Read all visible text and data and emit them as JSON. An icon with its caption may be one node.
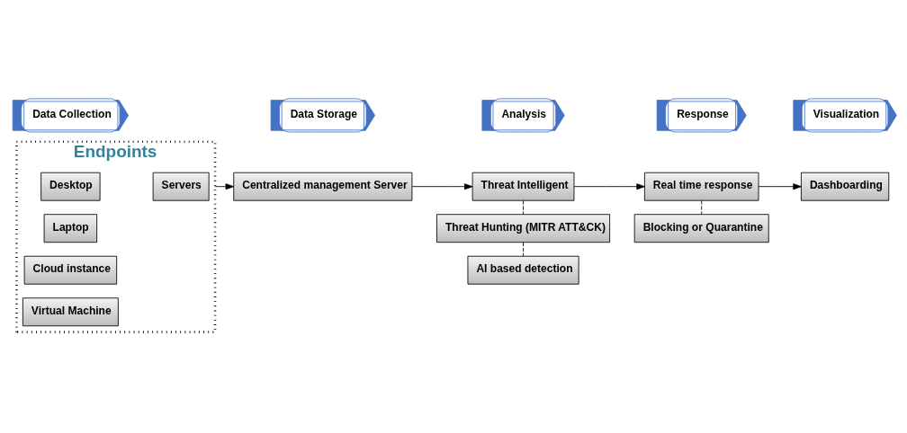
{
  "diagram": {
    "nodes": [
      {
        "text": [
          "Data Collection"
        ]
      },
      {
        "text": [
          "Data Storage"
        ]
      },
      {
        "text": [
          "Analysis"
        ]
      },
      {
        "text": [
          "Response"
        ]
      },
      {
        "text": [
          "Visualization"
        ]
      },
      {
        "text": [
          "Endpoints"
        ]
      },
      {
        "text": [
          "Servers"
        ],
        "in": 5
      },
      {
        "text": [
          "Desktop"
        ],
        "in": 5
      },
      {
        "text": [
          "Laptop"
        ],
        "in": 5
      },
      {
        "text": [
          "Cloud instance"
        ],
        "in": 5
      },
      {
        "text": [
          "Virtual Machine"
        ],
        "in": 5
      },
      {
        "text": [
          "Centralized management Server"
        ]
      },
      {
        "text": [
          "Threat Intelligent"
        ]
      },
      {
        "text": [
          "Threat Hunting (MITR ATT&CK)"
        ]
      },
      {
        "text": [
          "AI based detection"
        ]
      },
      {
        "text": [
          "Real time response"
        ]
      },
      {
        "text": [
          "Blocking or Quarantine"
        ]
      },
      {
        "text": [
          "Dashboarding"
        ]
      }
    ],
    "edges": [
      {
        "from": 5,
        "to": 11,
        "arrow": "to"
      },
      {
        "from": 11,
        "to": 12,
        "arrow": "to"
      },
      {
        "from": 12,
        "to": 13,
        "arrow": "none",
        "style": "dashed"
      },
      {
        "from": 13,
        "to": 14,
        "arrow": "none",
        "style": "dashed"
      },
      {
        "from": 12,
        "to": 15,
        "arrow": "to"
      },
      {
        "from": 15,
        "to": 16,
        "arrow": "none",
        "style": "dashed"
      },
      {
        "from": 15,
        "to": 17,
        "arrow": "to"
      }
    ]
  }
}
